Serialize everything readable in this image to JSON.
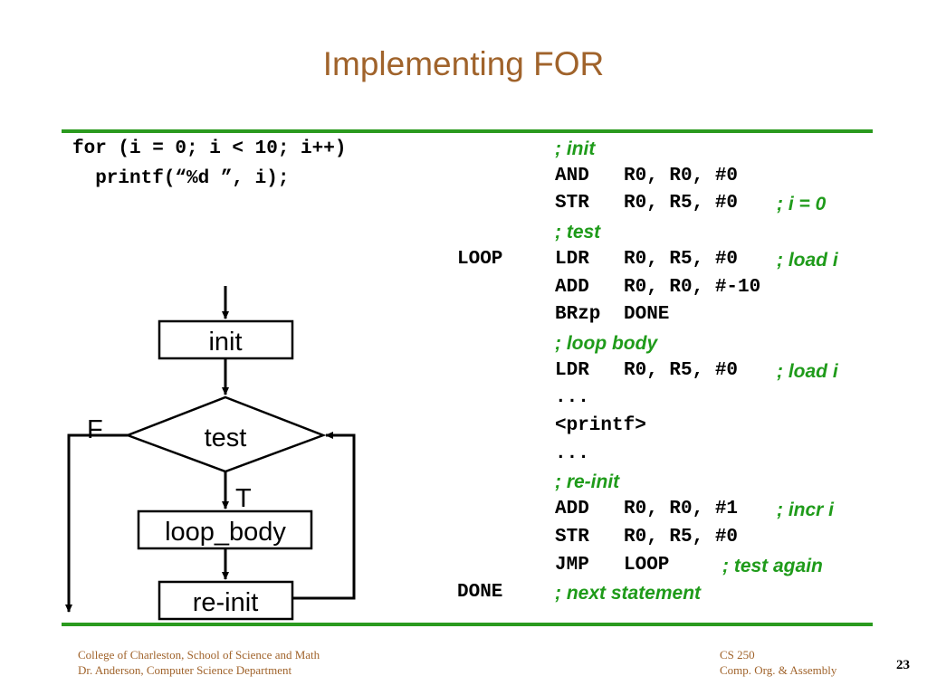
{
  "slide": {
    "title": "Implementing FOR"
  },
  "c_code": {
    "line1": "for (i = 0; i < 10; i++)",
    "line2": "  printf(“%d ”, i);"
  },
  "flowchart": {
    "init": "init",
    "test": "test",
    "false_label": "F",
    "true_label": "T",
    "loop_body": "loop_body",
    "reinit": "re-init"
  },
  "assembly": [
    {
      "label": "",
      "op": "",
      "args": "",
      "comment": "; init"
    },
    {
      "label": "",
      "op": "AND",
      "args": "R0, R0, #0",
      "comment": ""
    },
    {
      "label": "",
      "op": "STR",
      "args": "R0, R5, #0",
      "comment": "; i = 0"
    },
    {
      "label": "",
      "op": "",
      "args": "",
      "comment": "; test"
    },
    {
      "label": "LOOP",
      "op": "LDR",
      "args": "R0, R5, #0",
      "comment": "; load i"
    },
    {
      "label": "",
      "op": "ADD",
      "args": "R0, R0, #-10",
      "comment": ""
    },
    {
      "label": "",
      "op": "BRzp",
      "args": "DONE",
      "comment": ""
    },
    {
      "label": "",
      "op": "",
      "args": "",
      "comment": "; loop body"
    },
    {
      "label": "",
      "op": "LDR",
      "args": "R0, R5, #0",
      "comment": "; load i"
    },
    {
      "label": "",
      "op": "...",
      "args": "",
      "comment": ""
    },
    {
      "label": "",
      "op": "<printf>",
      "args": "",
      "comment": ""
    },
    {
      "label": "",
      "op": "...",
      "args": "",
      "comment": ""
    },
    {
      "label": "",
      "op": "",
      "args": "",
      "comment": "; re-init"
    },
    {
      "label": "",
      "op": "ADD",
      "args": "R0, R0, #1",
      "comment": "; incr i"
    },
    {
      "label": "",
      "op": "STR",
      "args": "R0, R5, #0",
      "comment": ""
    },
    {
      "label": "",
      "op": "JMP",
      "args": "LOOP",
      "comment": "; test again"
    },
    {
      "label": "DONE",
      "op": "",
      "args": "",
      "comment": "; next statement"
    }
  ],
  "footer": {
    "left_line1": "College of Charleston, School of Science and Math",
    "left_line2": "Dr. Anderson, Computer Science Department",
    "right_line1": "CS 250",
    "right_line2": "Comp. Org. & Assembly",
    "page_number": "23"
  },
  "colors": {
    "title": "#a0632b",
    "rule": "#2a9a1e",
    "comment": "#1f9b1a"
  }
}
